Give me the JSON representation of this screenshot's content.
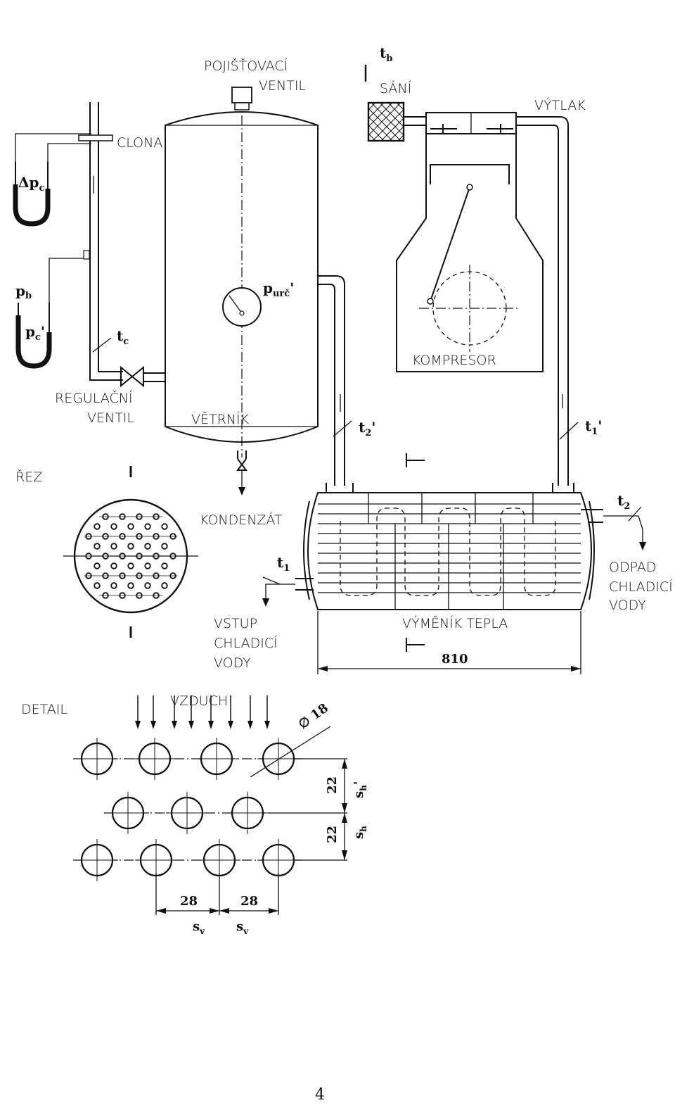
{
  "labels": {
    "safety_valve_1": "POJIŠŤOVACÍ",
    "safety_valve_2": "VENTIL",
    "orifice": "CLONA",
    "suction": "SÁNÍ",
    "discharge": "VÝTLAK",
    "t_b": "t",
    "t_b_sub": "b",
    "dp_c": "Δp",
    "dp_c_sub": "c",
    "p_b": "p",
    "p_b_sub": "b",
    "p_c": "p",
    "p_c_sub": "c",
    "p_c_prime": "'",
    "p_urc": "p",
    "p_urc_sub": "urč",
    "p_urc_prime": "'",
    "t_c": "t",
    "t_c_sub": "c",
    "compressor": "KOMPRESOR",
    "reg_valve_1": "REGULAČNÍ",
    "reg_valve_2": "VENTIL",
    "air_vessel": "VĚTRNÍK",
    "t2_prime": "t",
    "t2_prime_sub": "2",
    "t2_prime_mark": "'",
    "t1_prime": "t",
    "t1_prime_sub": "1",
    "t1_prime_mark": "'",
    "section": "ŘEZ",
    "condensate": "KONDENZÁT",
    "t2": "t",
    "t2_sub": "2",
    "t1": "t",
    "t1_sub": "1",
    "water_out_1": "ODPAD",
    "water_out_2": "CHLADICÍ",
    "water_out_3": "VODY",
    "water_in_1": "VSTUP",
    "water_in_2": "CHLADICÍ",
    "water_in_3": "VODY",
    "heat_exchanger": "VÝMĚNÍK TEPLA",
    "length_810": "810",
    "detail": "DETAIL",
    "air": "VZDUCH",
    "diameter": "∅ 18",
    "dim_22_a": "22",
    "dim_22_b": "22",
    "s_h_prime": "s",
    "s_h_prime_sub": "h",
    "s_h_prime_mark": "'",
    "s_h": "s",
    "s_h_sub": "h",
    "dim_28_a": "28",
    "dim_28_b": "28",
    "s_v_a": "s",
    "s_v_a_sub": "v",
    "s_v_b": "s",
    "s_v_b_sub": "v",
    "page_number": "4"
  }
}
